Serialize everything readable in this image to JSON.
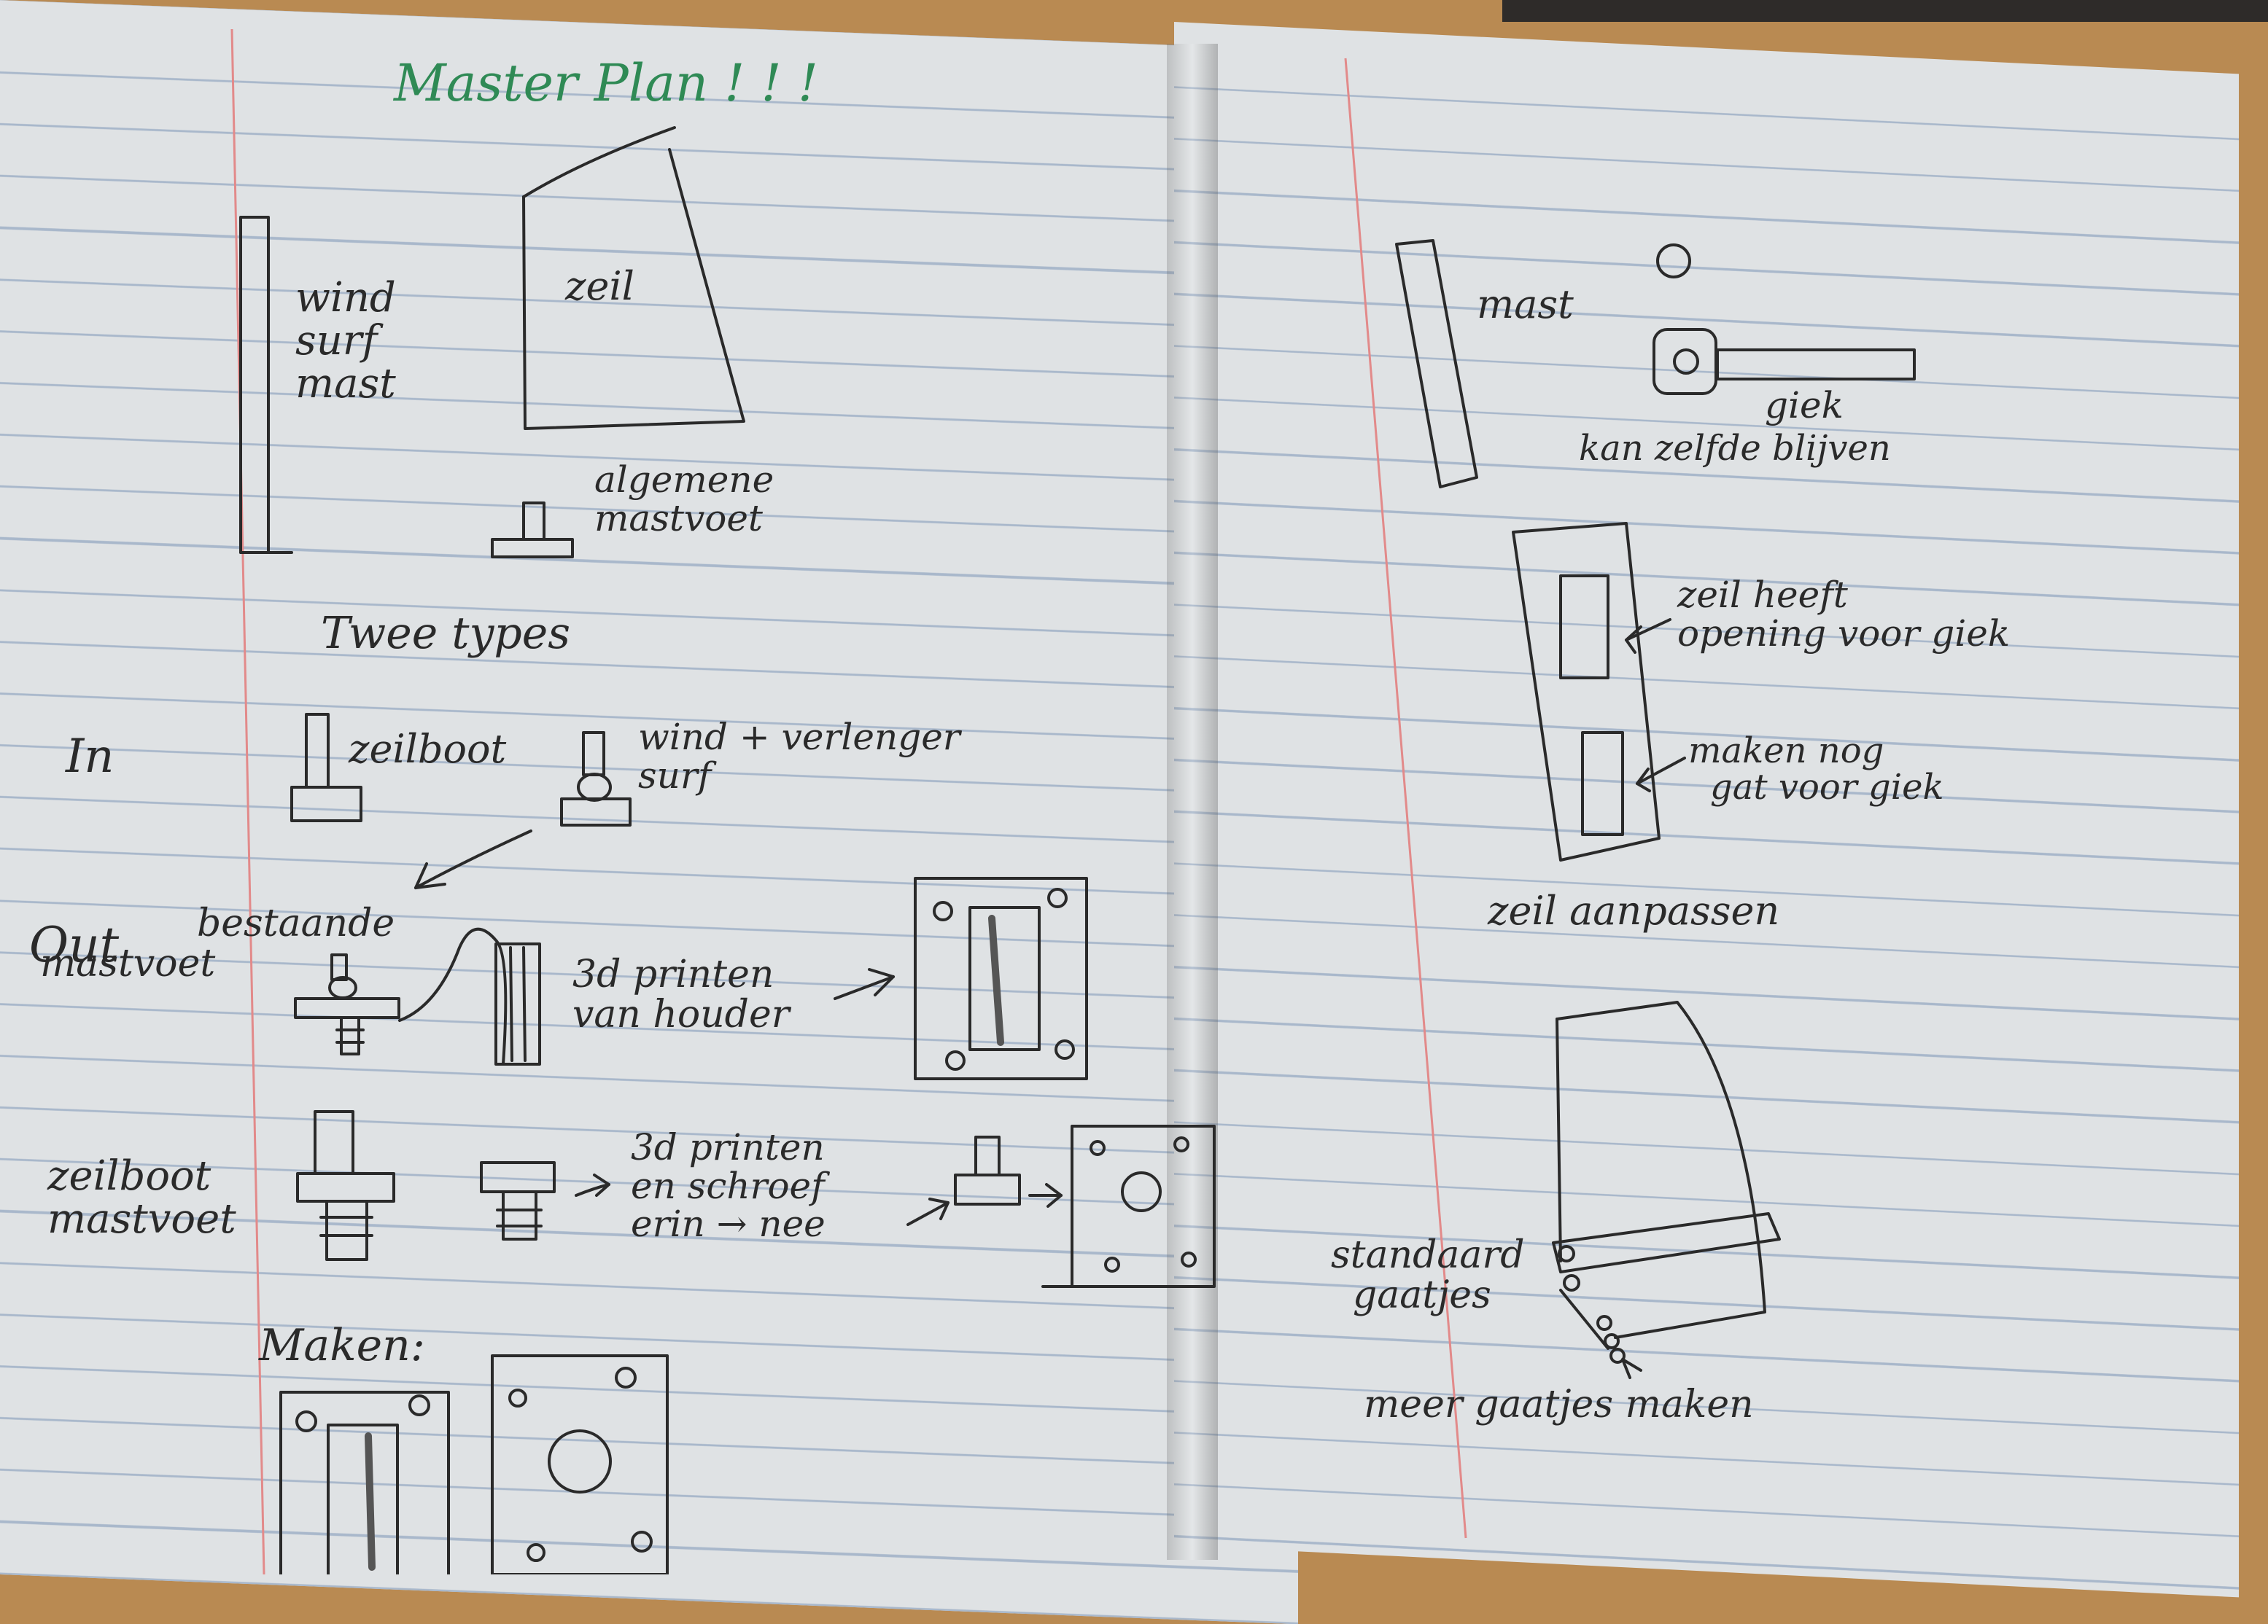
{
  "colors": {
    "desk": "#b98a52",
    "paper": "#dfe2e4",
    "rule_line": "#a9b8cb",
    "margin_line": "#e28a8a",
    "ink": "#2a2a2a",
    "title_ink": "#2f8a55"
  },
  "left_page": {
    "title": "Master Plan ! ! !",
    "mast_label": [
      "wind",
      "surf",
      "mast"
    ],
    "sail_label": "zeil",
    "mast_foot_label": [
      "algemene",
      "mastvoet"
    ],
    "two_types": "Twee types",
    "in_label": "In",
    "sailboat_label": "zeilboot",
    "windsurf_label": [
      "wind + verlenger",
      "surf"
    ],
    "out_label": "Out",
    "existing_foot_label": [
      "bestaande",
      "mastvoet"
    ],
    "print_holder_label": [
      "3d printen",
      "van houder"
    ],
    "sailboat_foot_label": [
      "zeilboot",
      "mastvoet"
    ],
    "print_screw_label": [
      "3d printen",
      "en schroef",
      "erin → nee"
    ],
    "make_label": "Maken:"
  },
  "right_page": {
    "mast_label": "mast",
    "boom_label": "giek",
    "boom_note": "kan zelfde blijven",
    "sail_opening_label": [
      "zeil heeft",
      "opening voor giek"
    ],
    "make_hole_label": [
      "maken nog",
      "gat voor giek"
    ],
    "adjust_sail_label": "zeil aanpassen",
    "standard_holes_label": [
      "standaard",
      "gaatjes"
    ],
    "more_holes_label": "meer gaatjes maken"
  }
}
